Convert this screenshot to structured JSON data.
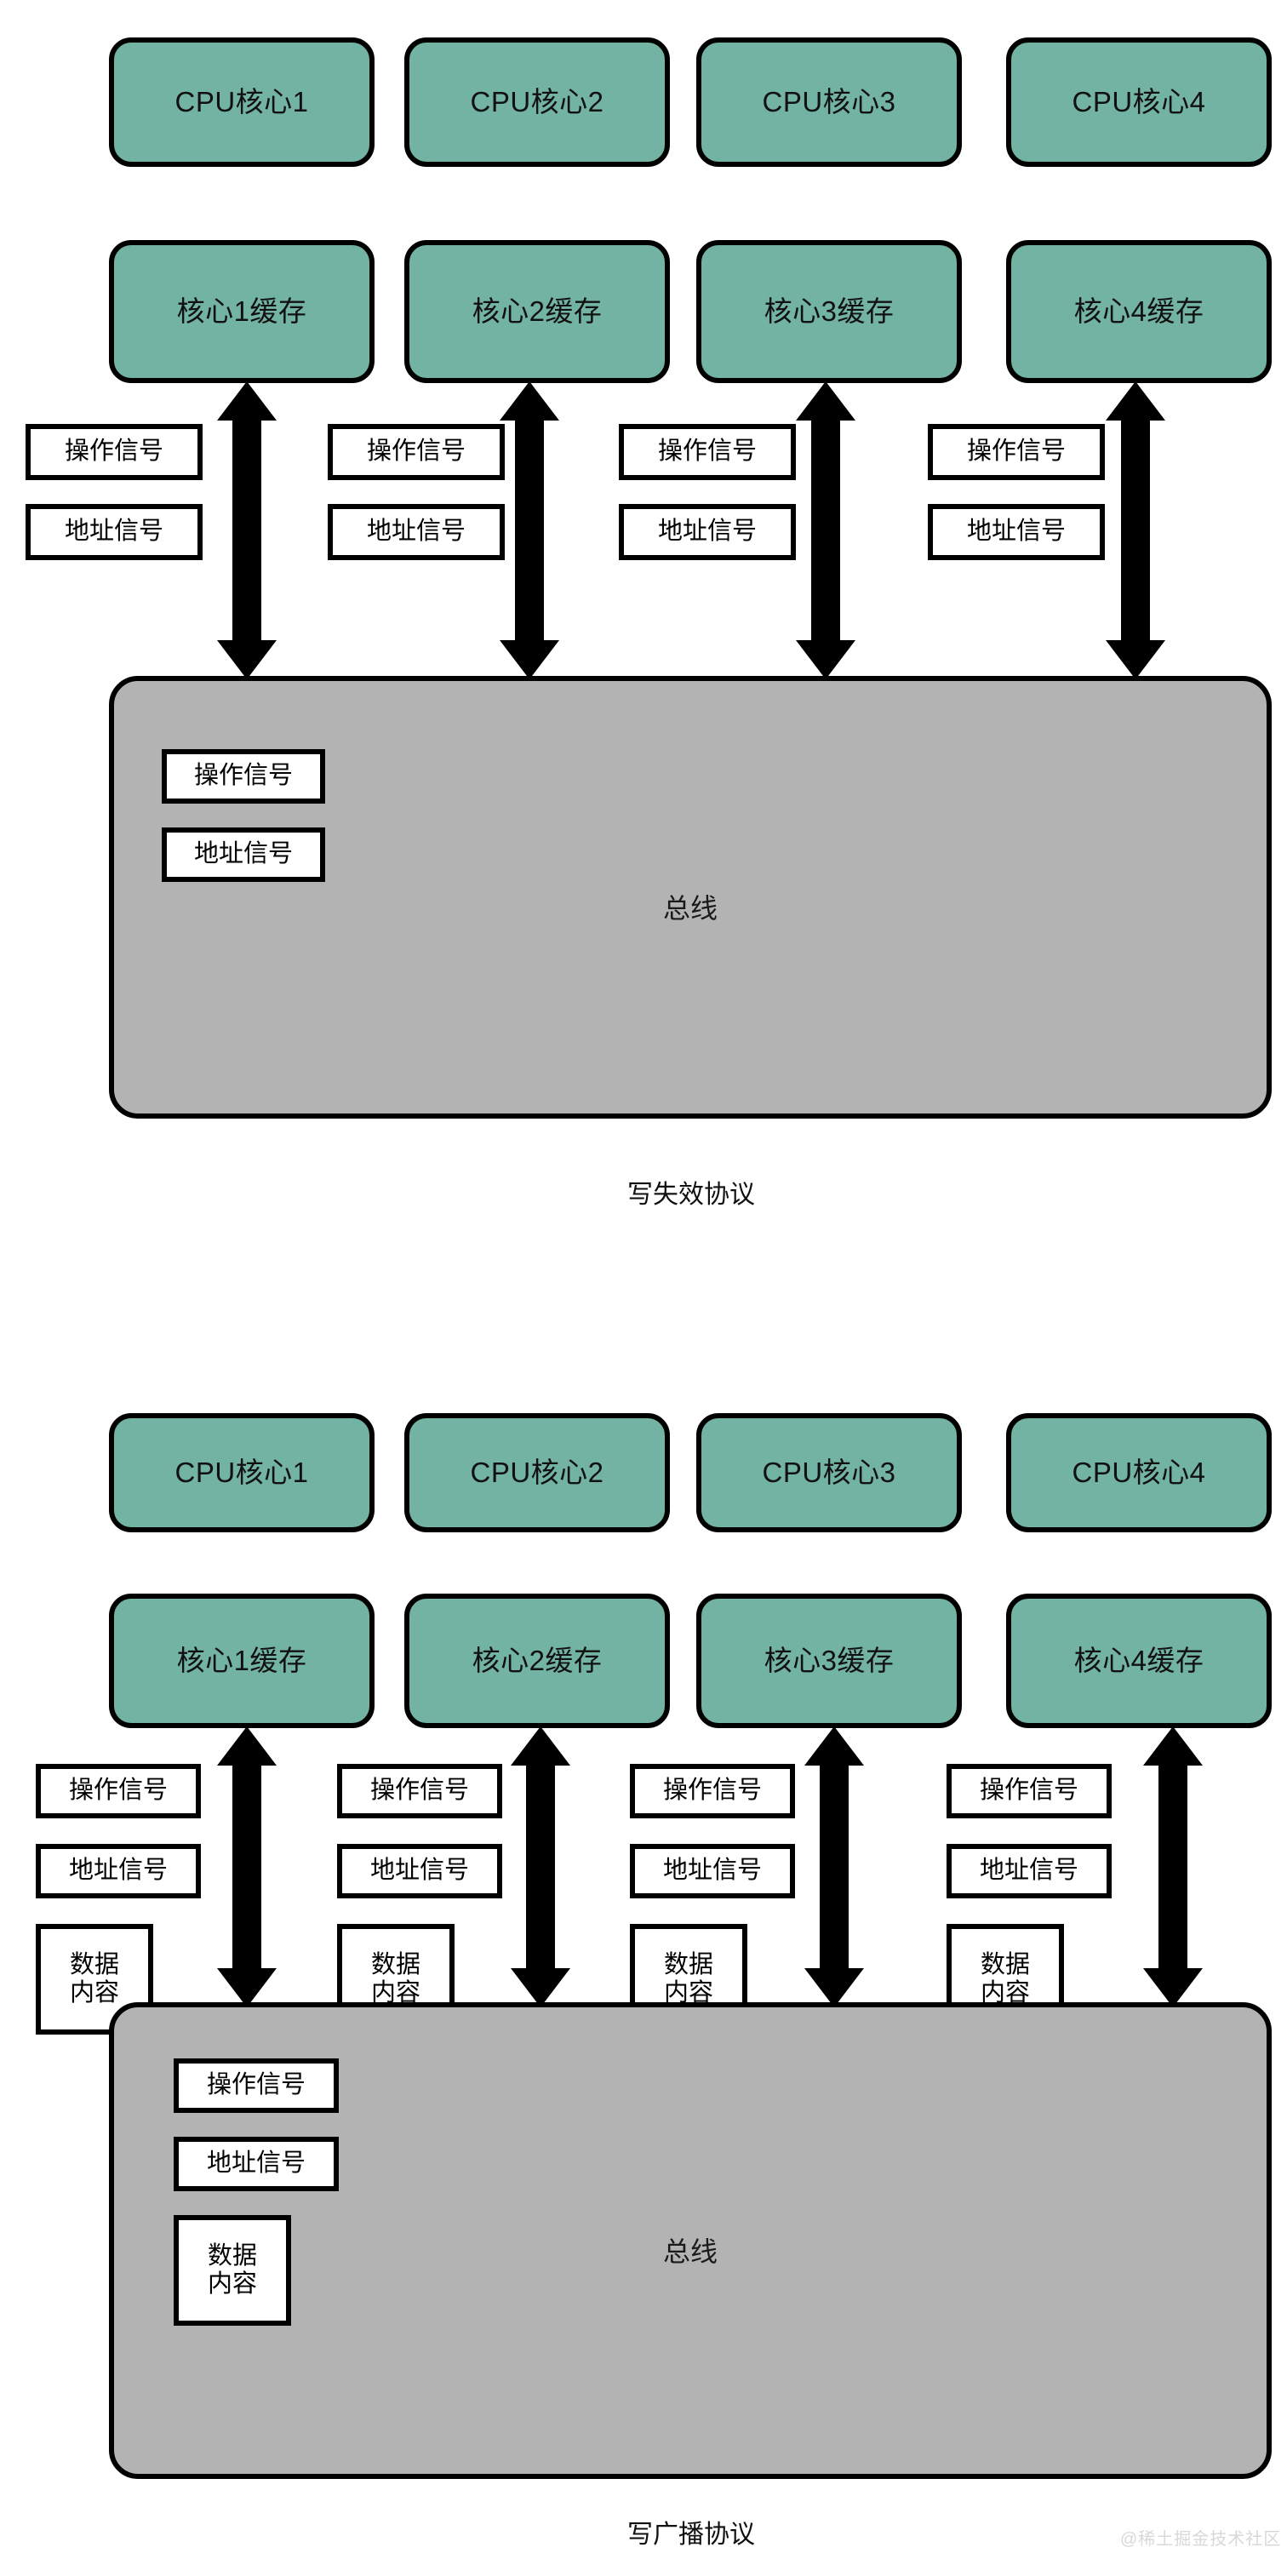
{
  "figures": [
    {
      "id": "write-invalidate",
      "caption": "写失效协议",
      "bus_label": "总线",
      "cores": [
        {
          "cpu": "CPU核心1",
          "cache": "核心1缓存"
        },
        {
          "cpu": "CPU核心2",
          "cache": "核心2缓存"
        },
        {
          "cpu": "CPU核心3",
          "cache": "核心3缓存"
        },
        {
          "cpu": "CPU核心4",
          "cache": "核心4缓存"
        }
      ],
      "lane_signals": [
        "操作信号",
        "地址信号"
      ],
      "bus_signals": [
        "操作信号",
        "地址信号"
      ],
      "connector": "double-headed-vertical-arrow"
    },
    {
      "id": "write-broadcast",
      "caption": "写广播协议",
      "bus_label": "总线",
      "cores": [
        {
          "cpu": "CPU核心1",
          "cache": "核心1缓存"
        },
        {
          "cpu": "CPU核心2",
          "cache": "核心2缓存"
        },
        {
          "cpu": "CPU核心3",
          "cache": "核心3缓存"
        },
        {
          "cpu": "CPU核心4",
          "cache": "核心4缓存"
        }
      ],
      "lane_signals": [
        "操作信号",
        "地址信号",
        "数据\n内容"
      ],
      "bus_signals": [
        "操作信号",
        "地址信号",
        "数据\n内容"
      ],
      "connector": "double-headed-vertical-arrow"
    }
  ],
  "watermark": "@稀土掘金技术社区",
  "colors": {
    "node_fill": "#72b3a3",
    "bus_fill": "#b3b3b3",
    "stroke": "#000000",
    "chip_fill": "#ffffff",
    "page_bg": "#ffffff",
    "watermark": "#d8d8d8"
  }
}
